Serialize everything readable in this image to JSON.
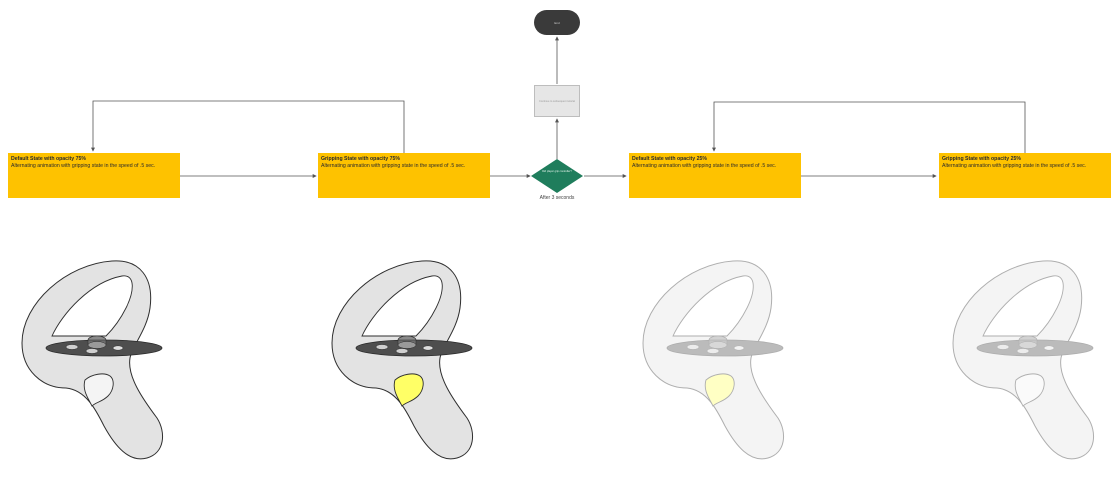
{
  "flow": {
    "states": [
      {
        "title": "Default State with opacity 75%",
        "desc": "Alternating animation with gripping state in the speed of .5 sec."
      },
      {
        "title": "Gripping State with opacity 75%",
        "desc": "Alternating animation with gripping state in the speed of .5 sec."
      },
      {
        "title": "Default State with opacity 25%",
        "desc": "Alternating animation with gripping state in the speed of .5 sec."
      },
      {
        "title": "Gripping State with opacity 25%",
        "desc": "Alternating animation with gripping state in the speed of .5 sec."
      }
    ],
    "terminal_label": "End",
    "process_label": "Continue to subsequent tutorial",
    "decision_label": "Did player grip controller?",
    "decision_caption": "After 3 seconds"
  },
  "colors": {
    "state_box": "#fec200",
    "decision": "#1f7d5c",
    "terminal": "#3a3a3a",
    "process": "#e6e6e6",
    "connector": "#555555",
    "grip_highlight": "#ffff66"
  },
  "controllers": [
    {
      "state": "default",
      "opacity": 0.75
    },
    {
      "state": "gripping",
      "opacity": 0.75
    },
    {
      "state": "gripping",
      "opacity": 0.25
    },
    {
      "state": "default",
      "opacity": 0.25
    }
  ]
}
